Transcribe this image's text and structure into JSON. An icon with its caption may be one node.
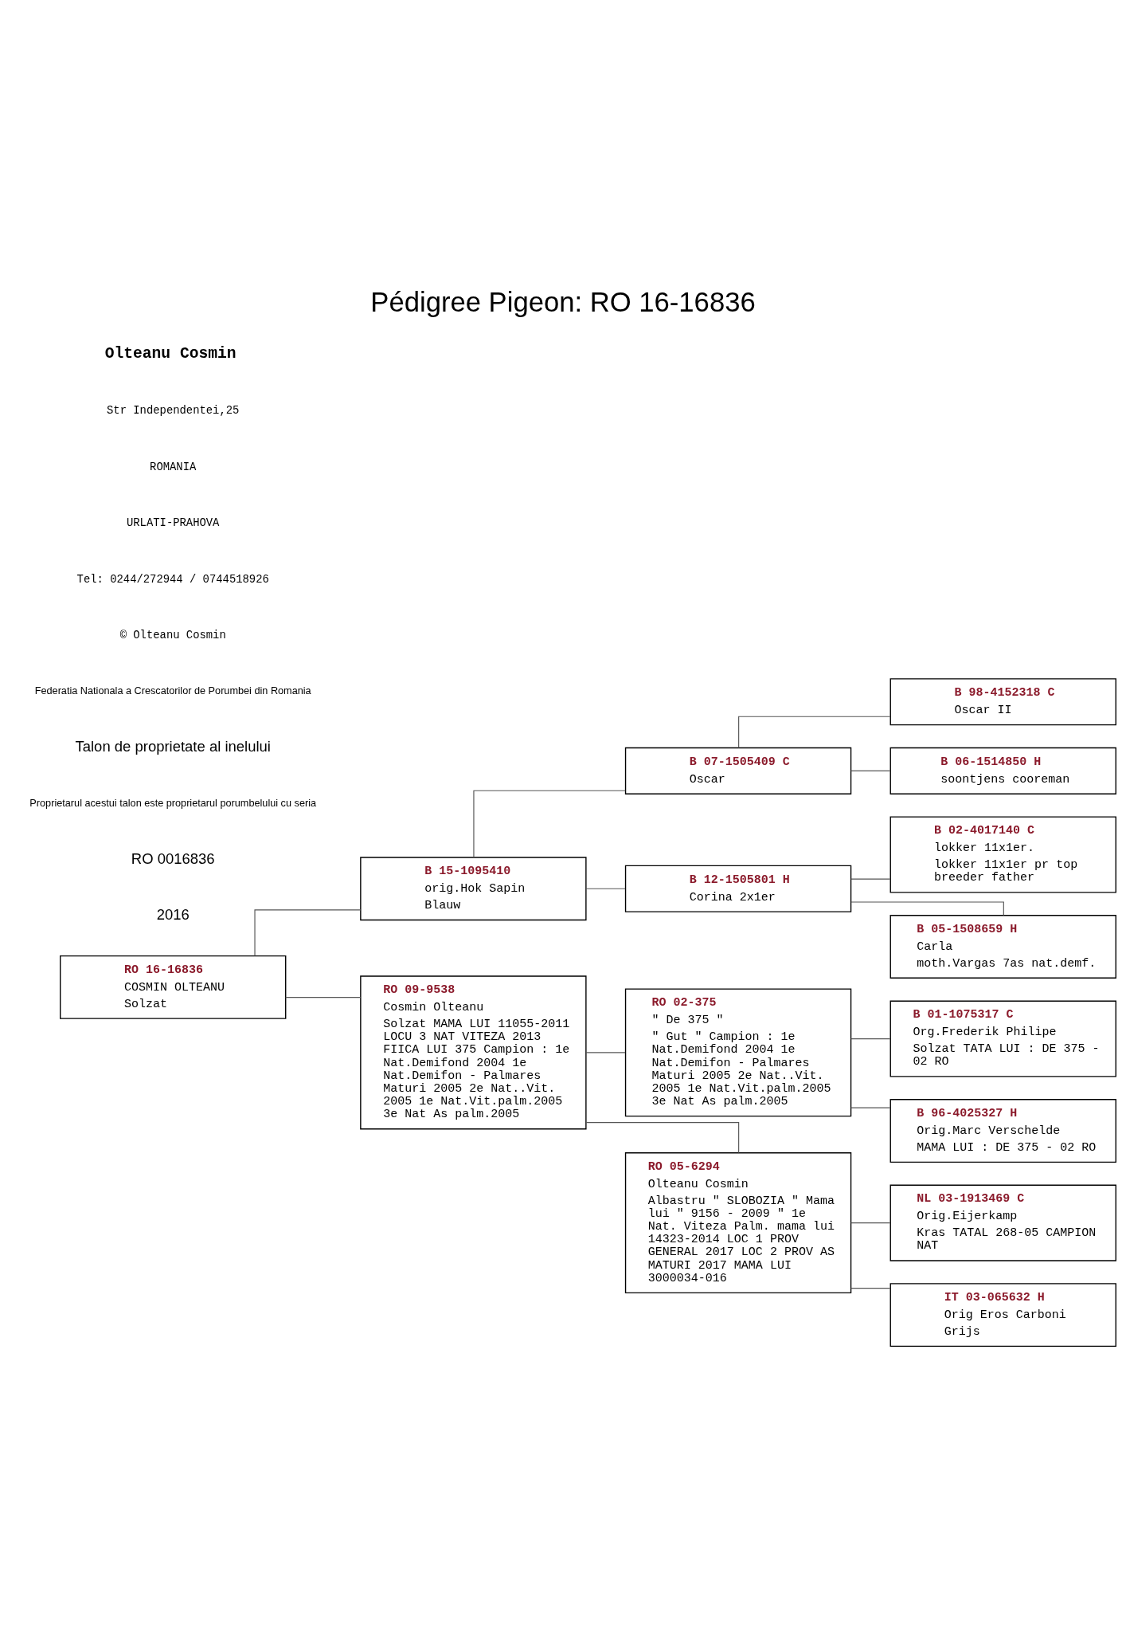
{
  "diagram": {
    "title": "Pédigree Pigeon: RO 16-16836",
    "nodes": [
      {
        "text": [
          "RO 16-16836",
          "COSMIN OLTEANU",
          "Solzat"
        ]
      },
      {
        "text": [
          "B 15-1095410",
          "orig.Hok Sapin",
          "Blauw"
        ]
      },
      {
        "text": [
          "RO 09-9538",
          "Cosmin Olteanu",
          "Solzat MAMA LUI 11055-2011 LOCU 3 NAT VITEZA 2013 FIICA LUI 375 Campion : 1e Nat.Demifond 2004 1e Nat.Demifon - Palmares Maturi 2005 2e Nat..Vit. 2005 1e Nat.Vit.palm.2005 3e Nat As palm.2005"
        ]
      },
      {
        "text": [
          "B 07-1505409 C",
          "Oscar"
        ]
      },
      {
        "text": [
          "B 12-1505801 H",
          "Corina 2x1er"
        ]
      },
      {
        "text": [
          "RO 02-375",
          "\" De 375 \"",
          "\" Gut \" Campion : 1e Nat.Demifond 2004 1e Nat.Demifon - Palmares Maturi 2005 2e Nat..Vit. 2005 1e Nat.Vit.palm.2005 3e Nat As palm.2005"
        ]
      },
      {
        "text": [
          "RO 05-6294",
          "Olteanu Cosmin",
          "Albastru \" SLOBOZIA \" Mama lui \" 9156 - 2009 \" 1e Nat. Viteza Palm. mama lui 14323-2014 LOC 1 PROV GENERAL 2017 LOC 2 PROV AS MATURI 2017 MAMA LUI 3000034-016"
        ]
      },
      {
        "text": [
          "B 98-4152318 C",
          "Oscar II"
        ]
      },
      {
        "text": [
          "B 06-1514850 H",
          "soontjens cooreman"
        ]
      },
      {
        "text": [
          "B 02-4017140 C",
          "lokker 11x1er.",
          "lokker 11x1er pr top breeder father"
        ]
      },
      {
        "text": [
          "B 05-1508659 H",
          "Carla",
          "moth.Vargas 7as nat.demf."
        ]
      },
      {
        "text": [
          "B 01-1075317 C",
          "Org.Frederik Philipe",
          "Solzat TATA LUI : DE 375 - 02 RO"
        ]
      },
      {
        "text": [
          "B 96-4025327 H",
          "Orig.Marc Verschelde",
          "MAMA LUI : DE 375 - 02 RO"
        ]
      },
      {
        "text": [
          "NL 03-1913469 C",
          "Orig.Eijerkamp",
          "Kras TATAL 268-05 CAMPION NAT"
        ]
      },
      {
        "text": [
          "IT 03-065632 H",
          "Orig Eros Carboni",
          "Grijs"
        ]
      }
    ],
    "edges": [
      {
        "from": 0,
        "to": 1,
        "arrow": "none"
      },
      {
        "from": 0,
        "to": 2,
        "arrow": "none"
      },
      {
        "from": 1,
        "to": 3,
        "arrow": "none"
      },
      {
        "from": 1,
        "to": 4,
        "arrow": "none"
      },
      {
        "from": 2,
        "to": 5,
        "arrow": "none"
      },
      {
        "from": 2,
        "to": 6,
        "arrow": "none"
      },
      {
        "from": 3,
        "to": 7,
        "arrow": "none"
      },
      {
        "from": 3,
        "to": 8,
        "arrow": "none"
      },
      {
        "from": 4,
        "to": 9,
        "arrow": "none"
      },
      {
        "from": 4,
        "to": 10,
        "arrow": "none"
      },
      {
        "from": 5,
        "to": 11,
        "arrow": "none"
      },
      {
        "from": 5,
        "to": 12,
        "arrow": "none"
      },
      {
        "from": 6,
        "to": 13,
        "arrow": "none"
      },
      {
        "from": 6,
        "to": 14,
        "arrow": "none"
      }
    ],
    "labels": [
      "Federatia Nationala a Crescatorilor de Porumbei din Romania",
      "Talon de proprietate al inelului",
      "Proprietarul acestui talon este proprietarul porumbelului cu seria",
      "RO 0016836",
      "2016",
      "Olteanu Cosmin",
      "Str Independentei,25",
      "ROMANIA",
      "URLATI-PRAHOVA",
      "Tel: 0244/272944 / 0744518926",
      "© Olteanu Cosmin"
    ]
  }
}
